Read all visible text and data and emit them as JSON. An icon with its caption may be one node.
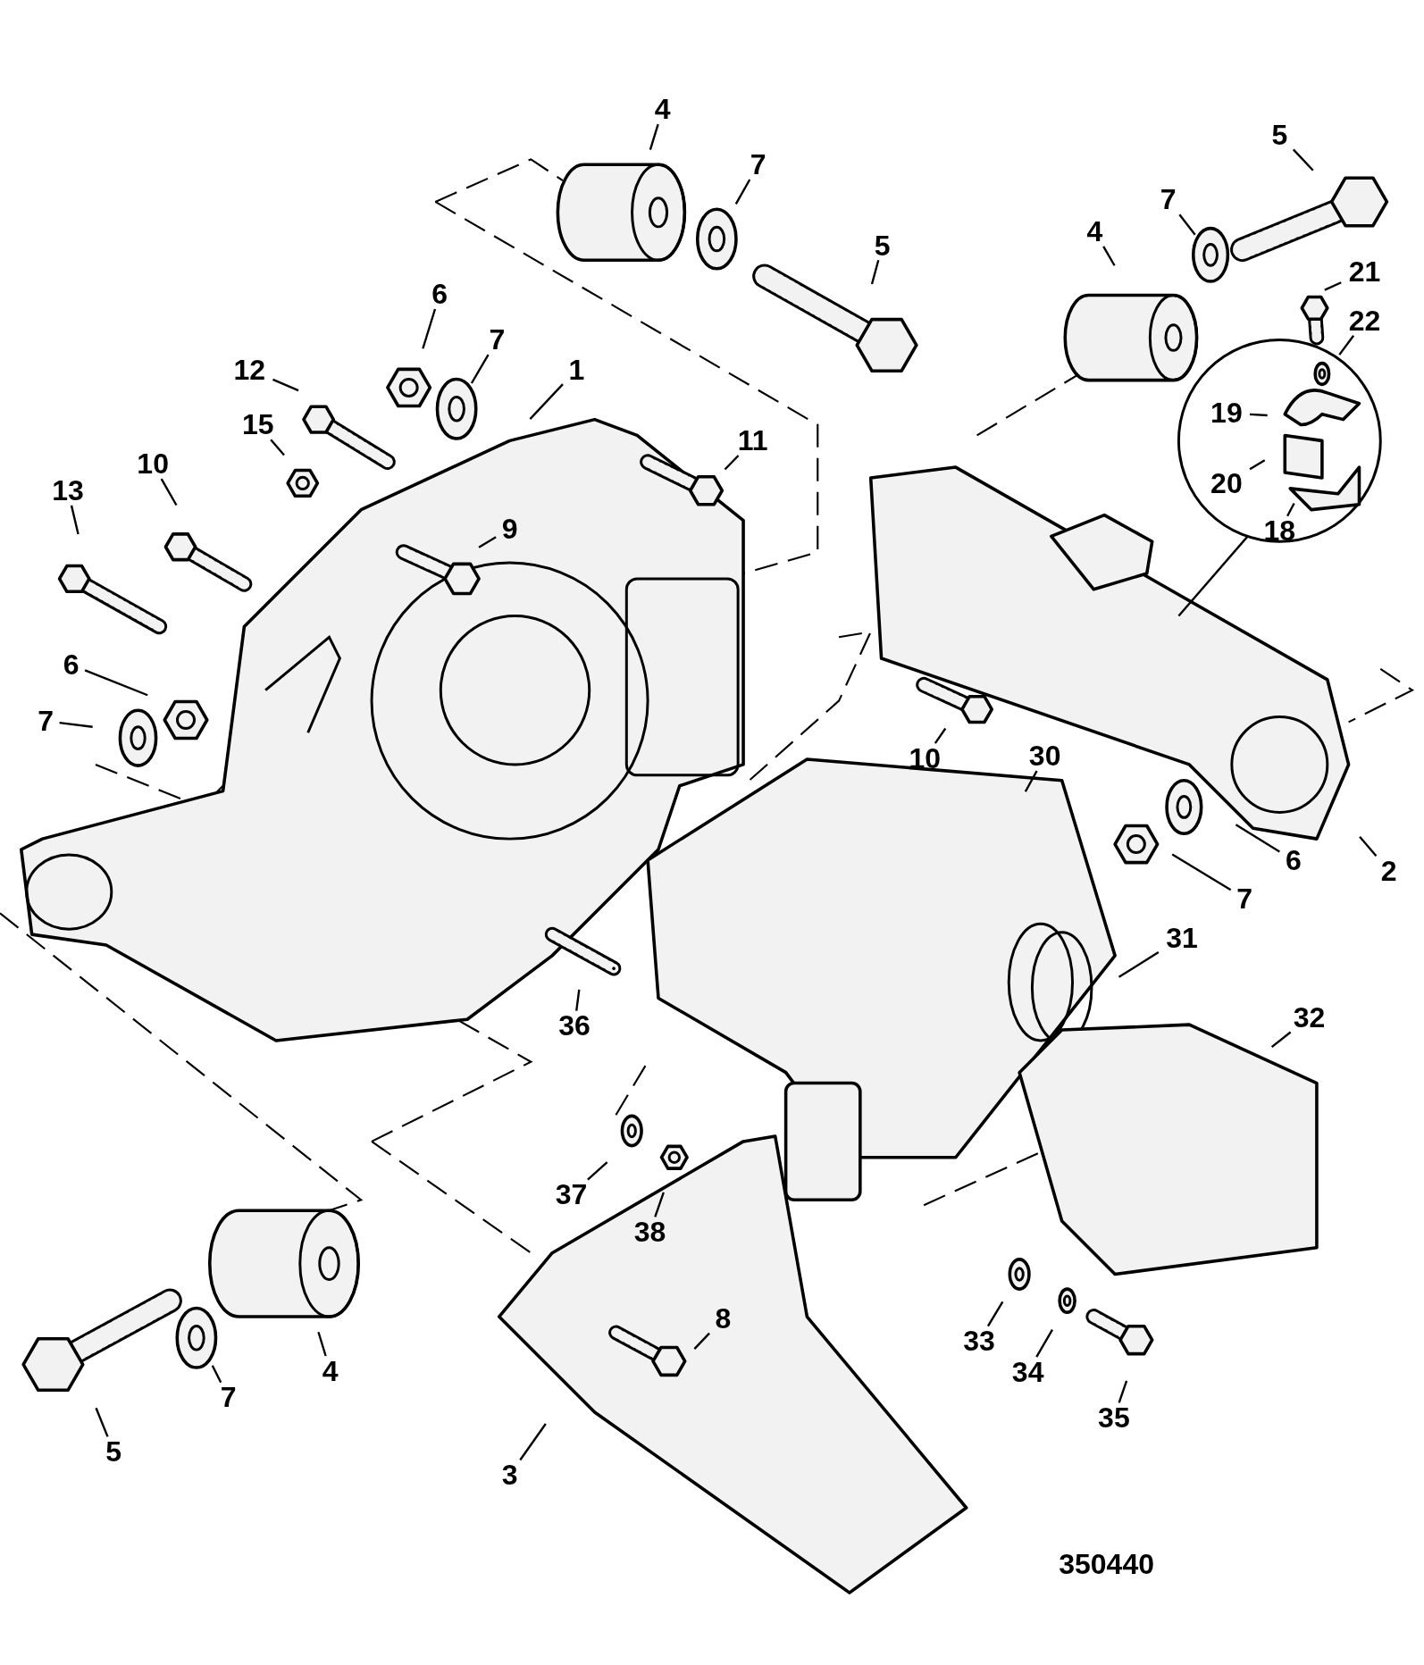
{
  "diagram": {
    "nodes": [
      {
        "text": [
          "4"
        ]
      },
      {
        "text": [
          "7"
        ]
      },
      {
        "text": [
          "5"
        ]
      },
      {
        "text": [
          "5"
        ]
      },
      {
        "text": [
          "7"
        ]
      },
      {
        "text": [
          "4"
        ]
      },
      {
        "text": [
          "21"
        ]
      },
      {
        "text": [
          "22"
        ]
      },
      {
        "text": [
          "19"
        ]
      },
      {
        "text": [
          "20"
        ]
      },
      {
        "text": [
          "18"
        ]
      },
      {
        "text": [
          "6"
        ]
      },
      {
        "text": [
          "7"
        ]
      },
      {
        "text": [
          "12"
        ]
      },
      {
        "text": [
          "1"
        ]
      },
      {
        "text": [
          "15"
        ]
      },
      {
        "text": [
          "11"
        ]
      },
      {
        "text": [
          "13"
        ]
      },
      {
        "text": [
          "10"
        ]
      },
      {
        "text": [
          "9"
        ]
      },
      {
        "text": [
          "6"
        ]
      },
      {
        "text": [
          "7"
        ]
      },
      {
        "text": [
          "10"
        ]
      },
      {
        "text": [
          "30"
        ]
      },
      {
        "text": [
          "2"
        ]
      },
      {
        "text": [
          "6"
        ]
      },
      {
        "text": [
          "7"
        ]
      },
      {
        "text": [
          "31"
        ]
      },
      {
        "text": [
          "32"
        ]
      },
      {
        "text": [
          "36"
        ]
      },
      {
        "text": [
          "37"
        ]
      },
      {
        "text": [
          "38"
        ]
      },
      {
        "text": [
          "8"
        ]
      },
      {
        "text": [
          "33"
        ]
      },
      {
        "text": [
          "34"
        ]
      },
      {
        "text": [
          "35"
        ]
      },
      {
        "text": [
          "4"
        ]
      },
      {
        "text": [
          "7"
        ]
      },
      {
        "text": [
          "5"
        ]
      },
      {
        "text": [
          "3"
        ]
      }
    ],
    "edges": [
      {
        "from": 0,
        "to": null,
        "arrow": "none"
      },
      {
        "from": 1,
        "to": null,
        "arrow": "none"
      },
      {
        "from": 2,
        "to": null,
        "arrow": "none"
      },
      {
        "from": 3,
        "to": null,
        "arrow": "none"
      },
      {
        "from": 4,
        "to": null,
        "arrow": "none"
      },
      {
        "from": 5,
        "to": null,
        "arrow": "none"
      },
      {
        "from": 6,
        "to": null,
        "arrow": "none"
      },
      {
        "from": 7,
        "to": null,
        "arrow": "none"
      },
      {
        "from": 8,
        "to": null,
        "arrow": "none"
      },
      {
        "from": 9,
        "to": null,
        "arrow": "none"
      },
      {
        "from": 10,
        "to": null,
        "arrow": "none"
      },
      {
        "from": 11,
        "to": null,
        "arrow": "none"
      },
      {
        "from": 12,
        "to": null,
        "arrow": "none"
      },
      {
        "from": 13,
        "to": null,
        "arrow": "none"
      },
      {
        "from": 14,
        "to": null,
        "arrow": "none"
      },
      {
        "from": 15,
        "to": null,
        "arrow": "none"
      },
      {
        "from": 16,
        "to": null,
        "arrow": "none"
      },
      {
        "from": 17,
        "to": null,
        "arrow": "none"
      },
      {
        "from": 18,
        "to": null,
        "arrow": "none"
      },
      {
        "from": 19,
        "to": null,
        "arrow": "none"
      },
      {
        "from": 20,
        "to": null,
        "arrow": "none"
      },
      {
        "from": 21,
        "to": null,
        "arrow": "none"
      },
      {
        "from": 22,
        "to": null,
        "arrow": "none"
      },
      {
        "from": 23,
        "to": null,
        "arrow": "none"
      },
      {
        "from": 24,
        "to": null,
        "arrow": "none"
      },
      {
        "from": 25,
        "to": null,
        "arrow": "none"
      },
      {
        "from": 26,
        "to": null,
        "arrow": "none"
      },
      {
        "from": 27,
        "to": null,
        "arrow": "none"
      },
      {
        "from": 28,
        "to": null,
        "arrow": "none"
      },
      {
        "from": 29,
        "to": null,
        "arrow": "none"
      },
      {
        "from": 30,
        "to": null,
        "arrow": "none"
      },
      {
        "from": 31,
        "to": null,
        "arrow": "none"
      },
      {
        "from": 32,
        "to": null,
        "arrow": "none"
      },
      {
        "from": 33,
        "to": null,
        "arrow": "none"
      },
      {
        "from": 34,
        "to": null,
        "arrow": "none"
      },
      {
        "from": 35,
        "to": null,
        "arrow": "none"
      },
      {
        "from": 36,
        "to": null,
        "arrow": "none"
      },
      {
        "from": 37,
        "to": null,
        "arrow": "none"
      },
      {
        "from": 38,
        "to": null,
        "arrow": "none"
      },
      {
        "from": 39,
        "to": null,
        "arrow": "none"
      }
    ],
    "labels": [
      "350440"
    ]
  }
}
